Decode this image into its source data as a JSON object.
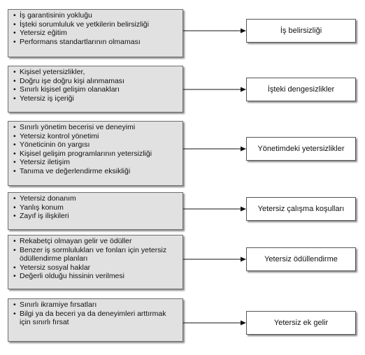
{
  "rows": [
    {
      "causes": [
        "İş garantisinin yokluğu",
        "İşteki sorumluluk ve yetkilerin belirsizliği",
        "Yetersiz eğitim",
        "Performans standartlarının olmaması"
      ],
      "result": "İş belirsizliği"
    },
    {
      "causes": [
        "Kişisel yetersizlikler,",
        "Doğru işe doğru kişi alınmaması",
        "Sınırlı kişisel gelişim olanakları",
        "Yetersiz iş içeriği"
      ],
      "result": "İşteki dengesizlikler"
    },
    {
      "causes": [
        "Sınırlı yönetim becerisi ve deneyimi",
        "Yetersiz kontrol yönetimi",
        "Yöneticinin ön yargısı",
        "Kişisel gelişim programlarının yetersizliği",
        "Yetersiz iletişim",
        "Tanıma ve değerlendirme eksikliği"
      ],
      "result": "Yönetimdeki yetersizlikler"
    },
    {
      "causes": [
        "Yetersiz donanım",
        "Yanlış konum",
        "Zayıf iş ilişkileri"
      ],
      "result": "Yetersiz çalışma koşulları"
    },
    {
      "causes": [
        "Rekabetçi olmayan gelir ve ödüller",
        "Benzer iş sormlulukları ve fonları için yetersiz ödüllendirme planları",
        "Yetersiz sosyal haklar",
        "Değerli olduğu hissinin verilmesi"
      ],
      "result": "Yetersiz ödüllendirme"
    },
    {
      "causes": [
        "Sınırlı ikramiye fırsatları",
        "Bilgi ya da beceri ya da deneyimleri arttırmak için sınırlı fırsat"
      ],
      "result": "Yetersiz ek gelir"
    }
  ]
}
